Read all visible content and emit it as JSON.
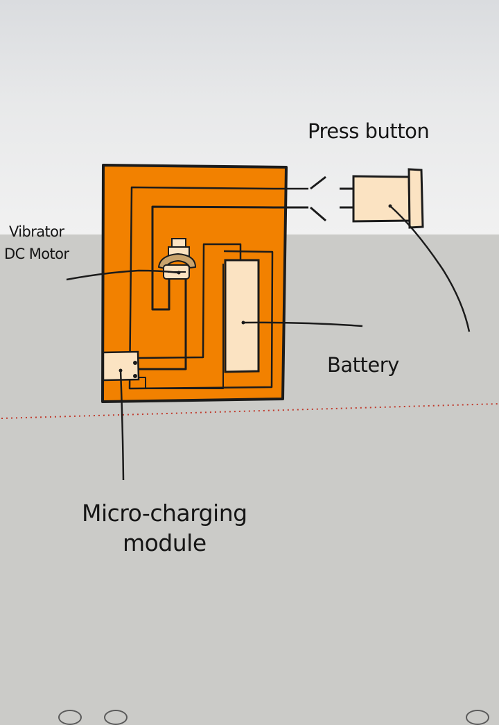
{
  "labels": {
    "press_button": "Press button",
    "vibrator_line1": "Vibrator",
    "vibrator_line2": "DC Motor",
    "battery": "Battery",
    "micro_line1": "Micro-charging",
    "micro_line2": "module"
  },
  "colors": {
    "board": "#f28100",
    "component": "#fbe3c2",
    "wire": "#1b1b1b",
    "sky": "#eceded",
    "ground": "#cbcbc8",
    "dotted_line": "#c0392b",
    "motor_bracket": "#c9a36c"
  }
}
